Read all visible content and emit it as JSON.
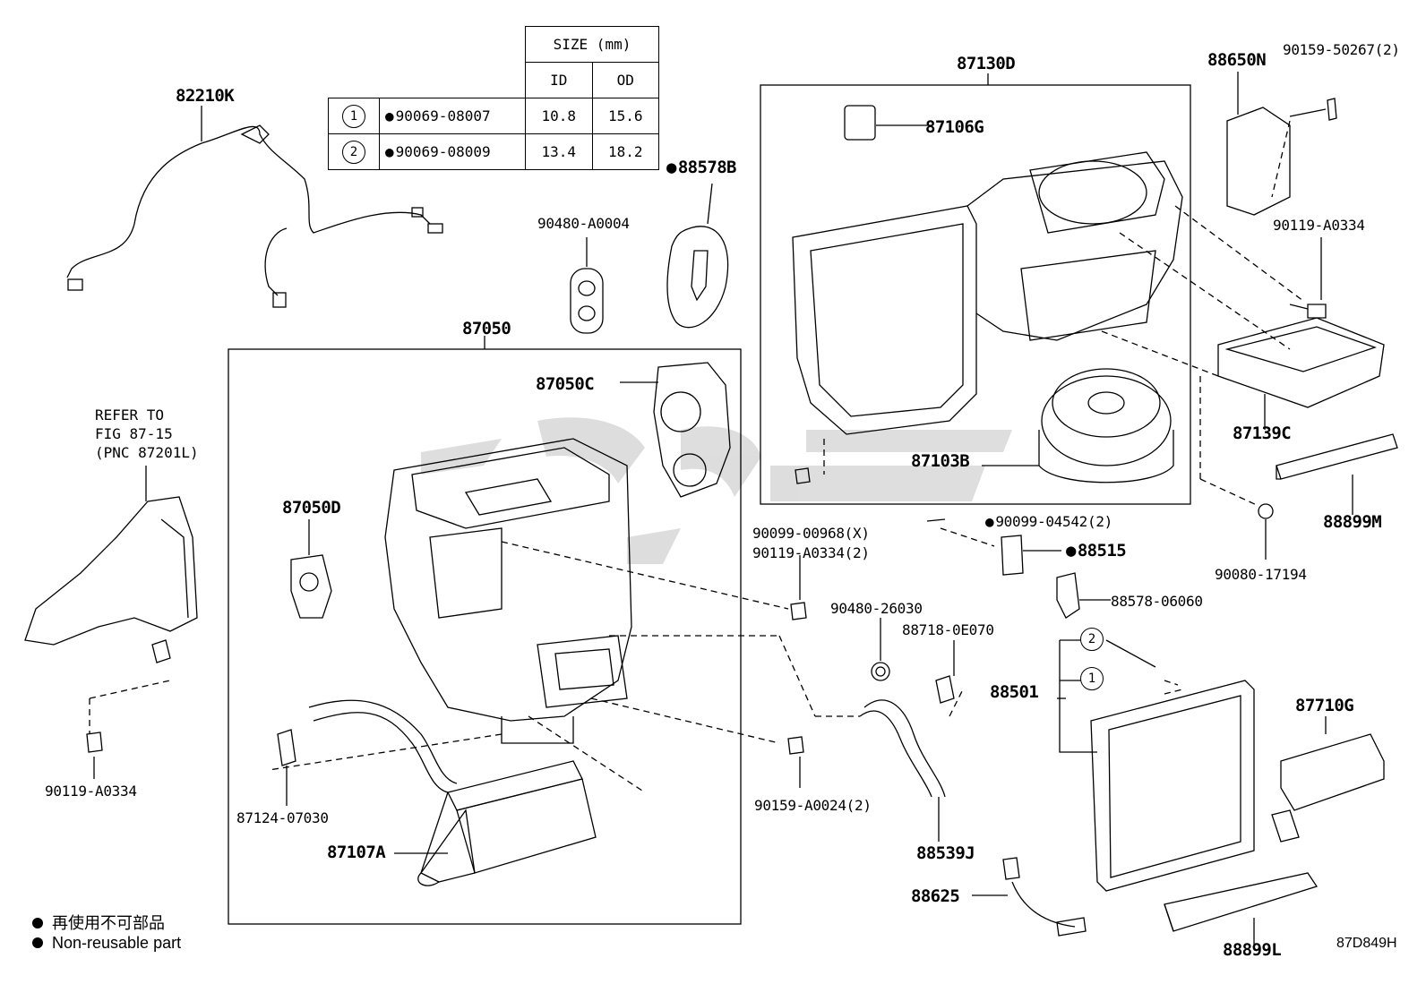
{
  "size_table": {
    "header": "SIZE (mm)",
    "col_id": "ID",
    "col_od": "OD",
    "rows": [
      {
        "num": "1",
        "part": "90069-08007",
        "id": "10.8",
        "od": "15.6"
      },
      {
        "num": "2",
        "part": "90069-08009",
        "id": "13.4",
        "od": "18.2"
      }
    ]
  },
  "labels": {
    "p82210K": "82210K",
    "p90480_A0004": "90480-A0004",
    "p88578B": "88578B",
    "p87130D": "87130D",
    "p87106G": "87106G",
    "p88650N": "88650N",
    "p90159_50267": "90159-50267(2)",
    "p90119_A0334_r": "90119-A0334",
    "p87139C": "87139C",
    "p88899M": "88899M",
    "p90080_17194": "90080-17194",
    "p87103B": "87103B",
    "p87050": "87050",
    "p87050C": "87050C",
    "p87050D": "87050D",
    "p90099_00968": "90099-00968(X)",
    "p90119_A0334_2": "90119-A0334(2)",
    "p90099_04542": "90099-04542(2)",
    "p88515": "88515",
    "p88578_06060": "88578-06060",
    "p90480_26030": "90480-26030",
    "p88718_0E070": "88718-0E070",
    "p88501": "88501",
    "p87710G": "87710G",
    "p90159_A0024": "90159-A0024(2)",
    "p88539J": "88539J",
    "p88625": "88625",
    "p88899L": "88899L",
    "p87124_07030": "87124-07030",
    "p87107A": "87107A",
    "p90119_A0334_l": "90119-A0334",
    "callout1": "1",
    "callout2": "2"
  },
  "refer_note": {
    "line1": "REFER TO",
    "line2": "FIG 87-15",
    "line3": "(PNC 87201L)"
  },
  "legend": {
    "jp": "再使用不可部品",
    "en": "Non-reusable part"
  },
  "diagram_code": "87D849H"
}
